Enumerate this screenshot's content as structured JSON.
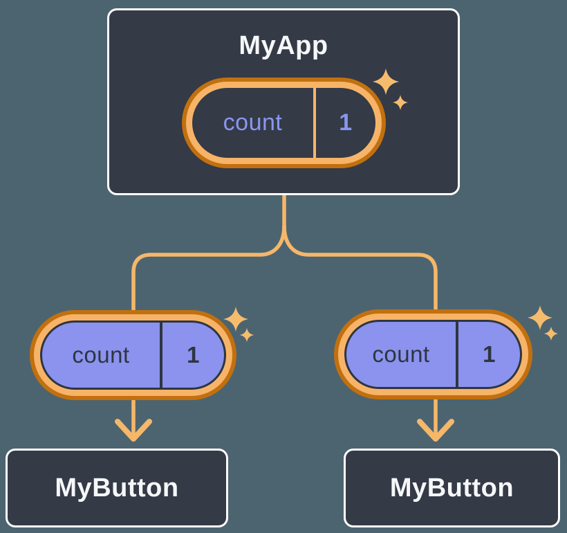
{
  "tree": {
    "root": {
      "title": "MyApp",
      "state": {
        "name": "count",
        "value": "1"
      }
    },
    "children": [
      {
        "title": "MyButton",
        "state": {
          "name": "count",
          "value": "1"
        }
      },
      {
        "title": "MyButton",
        "state": {
          "name": "count",
          "value": "1"
        }
      }
    ]
  },
  "icons": {
    "sparkle-icon": "✦",
    "arrow-down-icon": "↓"
  },
  "colors": {
    "bg": "#4C6470",
    "card-bg": "#343A46",
    "card-border": "#FFFFFF",
    "text-light": "#F6F7F9",
    "ink": "#2E3541",
    "purple-fill": "#8B93EE",
    "purple-text": "#8A96F0",
    "orange-dark": "#C2700F",
    "orange-light": "#F7B468",
    "connector": "#F5B76A",
    "sparkle": "#F6BC6E"
  }
}
